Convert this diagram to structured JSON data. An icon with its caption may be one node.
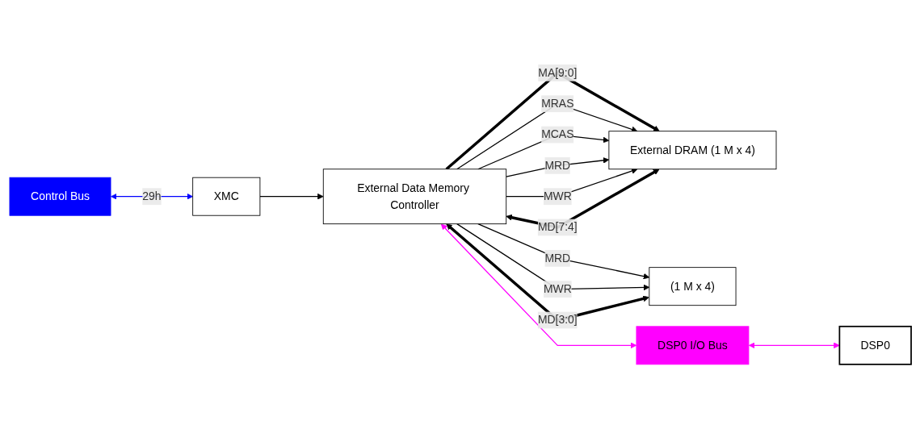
{
  "diagram": {
    "nodes": [
      {
        "text": [
          "External Data Memory Controller"
        ]
      },
      {
        "text": [
          "External DRAM (1 M x 4)"
        ]
      },
      {
        "text": [
          "(1 M x 4)"
        ]
      },
      {
        "text": [
          "XMC"
        ]
      },
      {
        "text": [
          "DSP0"
        ]
      },
      {
        "text": [
          "Control Bus"
        ]
      },
      {
        "text": [
          "DSP0 I/O Bus"
        ]
      }
    ],
    "edges": [
      {
        "from": 0,
        "to": 1,
        "arrow": "to",
        "label": "MA[9:0]",
        "style": "thick"
      },
      {
        "from": 0,
        "to": 1,
        "arrow": "to",
        "label": "MRAS"
      },
      {
        "from": 0,
        "to": 1,
        "arrow": "to",
        "label": "MCAS"
      },
      {
        "from": 0,
        "to": 1,
        "arrow": "to",
        "label": "MRD"
      },
      {
        "from": 0,
        "to": 2,
        "arrow": "to",
        "label": "MRD"
      },
      {
        "from": 0,
        "to": 1,
        "arrow": "to",
        "label": "MWR"
      },
      {
        "from": 0,
        "to": 2,
        "arrow": "to",
        "label": "MWR"
      },
      {
        "from": 1,
        "to": 0,
        "arrow": "both",
        "label": "MD[7:4]",
        "style": "thick"
      },
      {
        "from": 2,
        "to": 0,
        "arrow": "both",
        "label": "MD[3:0]",
        "style": "thick"
      },
      {
        "from": 3,
        "to": 0,
        "arrow": "to"
      },
      {
        "from": 5,
        "to": 3,
        "arrow": "both",
        "label": "29h",
        "color": "#0000ff"
      },
      {
        "from": 0,
        "to": 6,
        "arrow": "both",
        "color": "#ff00ff"
      },
      {
        "from": 6,
        "to": 4,
        "arrow": "both",
        "color": "#ff00ff"
      }
    ]
  }
}
